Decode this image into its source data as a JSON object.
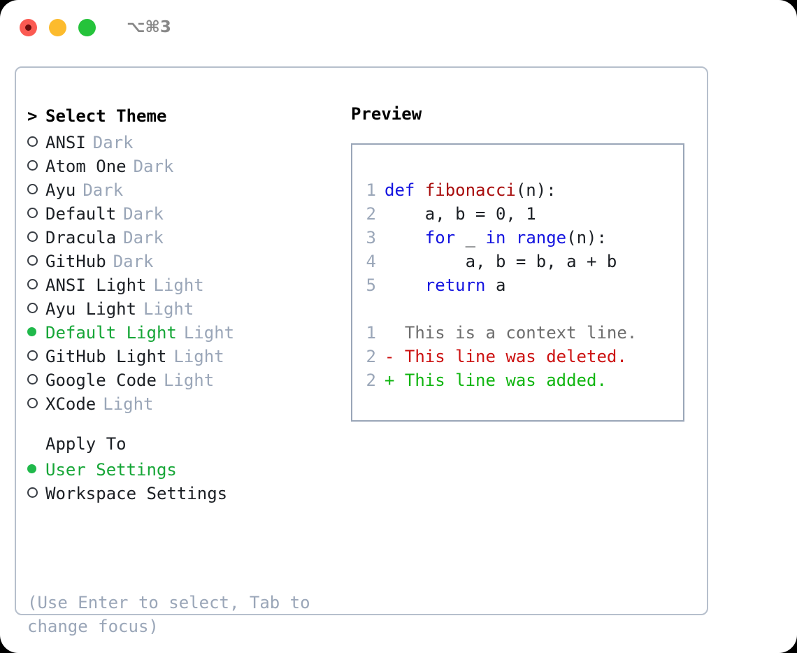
{
  "window": {
    "shortcut": "⌥⌘3",
    "traffic_lights": [
      {
        "name": "close",
        "color": "#fb5a52"
      },
      {
        "name": "minimize",
        "color": "#fcbb2d"
      },
      {
        "name": "maximize",
        "color": "#25c33b"
      }
    ]
  },
  "theme_picker": {
    "header_marker": ">",
    "header": "Select Theme",
    "selected_color": "#16a637",
    "badge_color": "#9aa6b8",
    "items": [
      {
        "marker": "hollow",
        "name": "ANSI",
        "badge": "Dark",
        "selected": false
      },
      {
        "marker": "hollow",
        "name": "Atom One",
        "badge": "Dark",
        "selected": false
      },
      {
        "marker": "hollow",
        "name": "Ayu",
        "badge": "Dark",
        "selected": false
      },
      {
        "marker": "hollow",
        "name": "Default",
        "badge": "Dark",
        "selected": false
      },
      {
        "marker": "hollow",
        "name": "Dracula",
        "badge": "Dark",
        "selected": false
      },
      {
        "marker": "hollow",
        "name": "GitHub",
        "badge": "Dark",
        "selected": false
      },
      {
        "marker": "hollow",
        "name": "ANSI Light",
        "badge": "Light",
        "selected": false
      },
      {
        "marker": "hollow",
        "name": "Ayu Light",
        "badge": "Light",
        "selected": false
      },
      {
        "marker": "filled",
        "name": "Default Light",
        "badge": "Light",
        "selected": true
      },
      {
        "marker": "hollow",
        "name": "GitHub Light",
        "badge": "Light",
        "selected": false
      },
      {
        "marker": "hollow",
        "name": "Google Code",
        "badge": "Light",
        "selected": false
      },
      {
        "marker": "hollow",
        "name": "XCode",
        "badge": "Light",
        "selected": false
      }
    ]
  },
  "apply_to": {
    "header": "Apply To",
    "items": [
      {
        "marker": "filled",
        "name": "User Settings",
        "selected": true
      },
      {
        "marker": "hollow",
        "name": "Workspace Settings",
        "selected": false
      }
    ]
  },
  "hint": "(Use Enter to select, Tab to change focus)",
  "preview": {
    "title": "Preview",
    "code_lines": [
      {
        "no": "1",
        "tokens": [
          {
            "t": "def",
            "c": "kw"
          },
          {
            "t": " ",
            "c": "pn"
          },
          {
            "t": "fibonacci",
            "c": "fn"
          },
          {
            "t": "(n):",
            "c": "pn"
          }
        ]
      },
      {
        "no": "2",
        "tokens": [
          {
            "t": "    a, b = 0, 1",
            "c": "pn"
          }
        ]
      },
      {
        "no": "3",
        "tokens": [
          {
            "t": "    ",
            "c": "pn"
          },
          {
            "t": "for",
            "c": "kw"
          },
          {
            "t": " _ ",
            "c": "pn"
          },
          {
            "t": "in",
            "c": "kw"
          },
          {
            "t": " ",
            "c": "pn"
          },
          {
            "t": "range",
            "c": "kw"
          },
          {
            "t": "(n):",
            "c": "pn"
          }
        ]
      },
      {
        "no": "4",
        "tokens": [
          {
            "t": "        a, b = b, a + b",
            "c": "pn"
          }
        ]
      },
      {
        "no": "5",
        "tokens": [
          {
            "t": "    ",
            "c": "pn"
          },
          {
            "t": "return",
            "c": "kw"
          },
          {
            "t": " a",
            "c": "pn"
          }
        ]
      }
    ],
    "diff_lines": [
      {
        "no": "1",
        "sign": " ",
        "text": " This is a context line.",
        "kind": "ctx"
      },
      {
        "no": "2",
        "sign": "-",
        "text": " This line was deleted.",
        "kind": "del"
      },
      {
        "no": "2",
        "sign": "+",
        "text": " This line was added.",
        "kind": "add"
      }
    ],
    "colors": {
      "keyword": "#1414e0",
      "function": "#a80d0d",
      "plain": "#1b1f24",
      "lineno": "#9aa6b8",
      "context": "#6e6e6e",
      "deleted": "#cc1111",
      "added": "#10b510",
      "border": "#9aa6b8"
    }
  }
}
